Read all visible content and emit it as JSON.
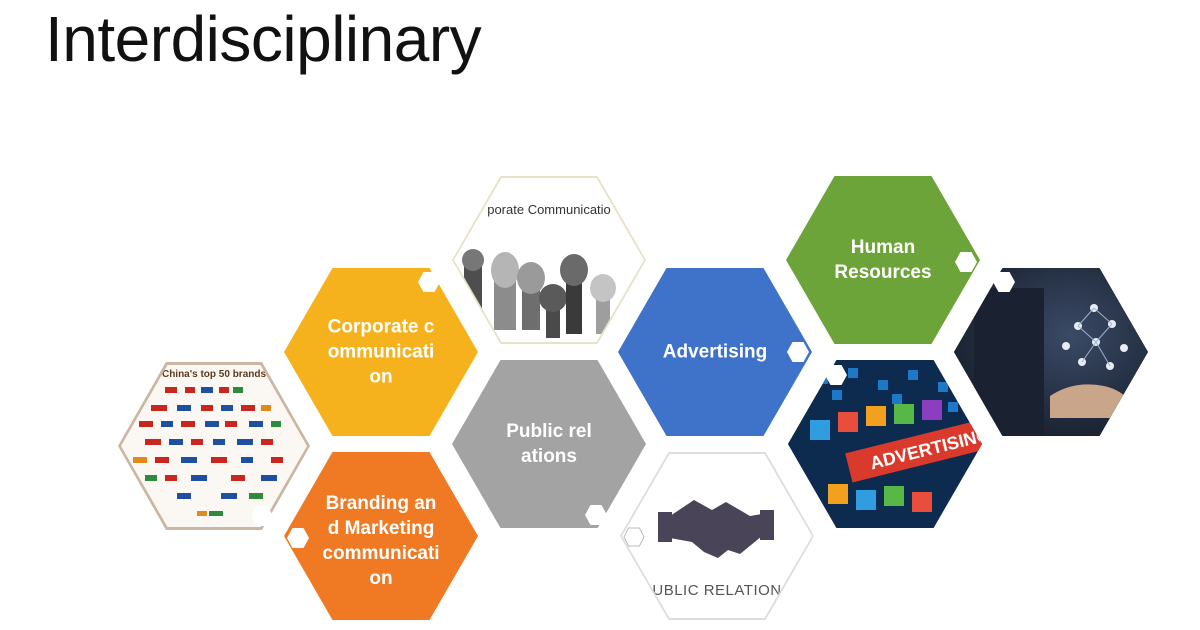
{
  "title": "Interdisciplinary",
  "hexagons": {
    "corporate": {
      "label": "Corporate communicati on",
      "color": "#f5b21d"
    },
    "branding": {
      "label": "Branding and Marketing communicati on",
      "color": "#f07a24"
    },
    "public": {
      "label": "Public relations",
      "color": "#a3a3a3"
    },
    "advertising": {
      "label": "Advertising",
      "color": "#3f72c9"
    },
    "human": {
      "label": "Human Resources",
      "color": "#6da43a"
    }
  },
  "images": {
    "brands_caption": "China's top 50 brands",
    "mic_caption": "porate Communicatio",
    "pr_caption": "UBLIC RELATION",
    "adv_banner": "ADVERTISING"
  }
}
